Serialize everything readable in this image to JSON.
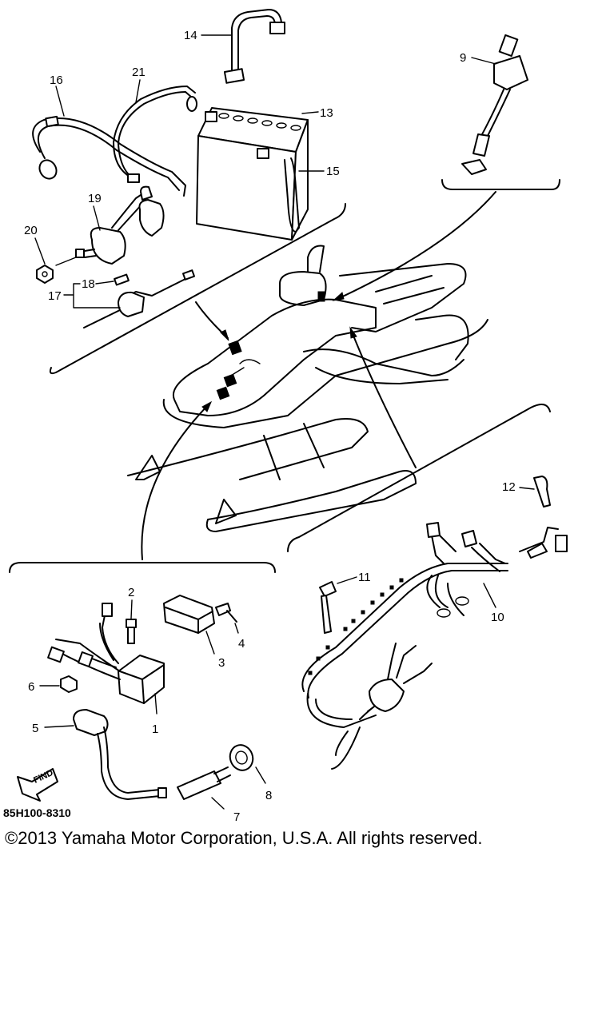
{
  "diagram": {
    "callouts": {
      "c1": "1",
      "c2": "2",
      "c3": "3",
      "c4": "4",
      "c5": "5",
      "c6": "6",
      "c7": "7",
      "c8": "8",
      "c9": "9",
      "c10": "10",
      "c11": "11",
      "c12": "12",
      "c13": "13",
      "c14": "14",
      "c15": "15",
      "c16": "16",
      "c17": "17",
      "c18": "18",
      "c19": "19",
      "c20": "20",
      "c21": "21"
    },
    "find_label": "FIND",
    "drawing_code": "85H100-8310"
  },
  "footer": {
    "copyright": "©2013 Yamaha Motor Corporation, U.S.A. All rights reserved."
  }
}
